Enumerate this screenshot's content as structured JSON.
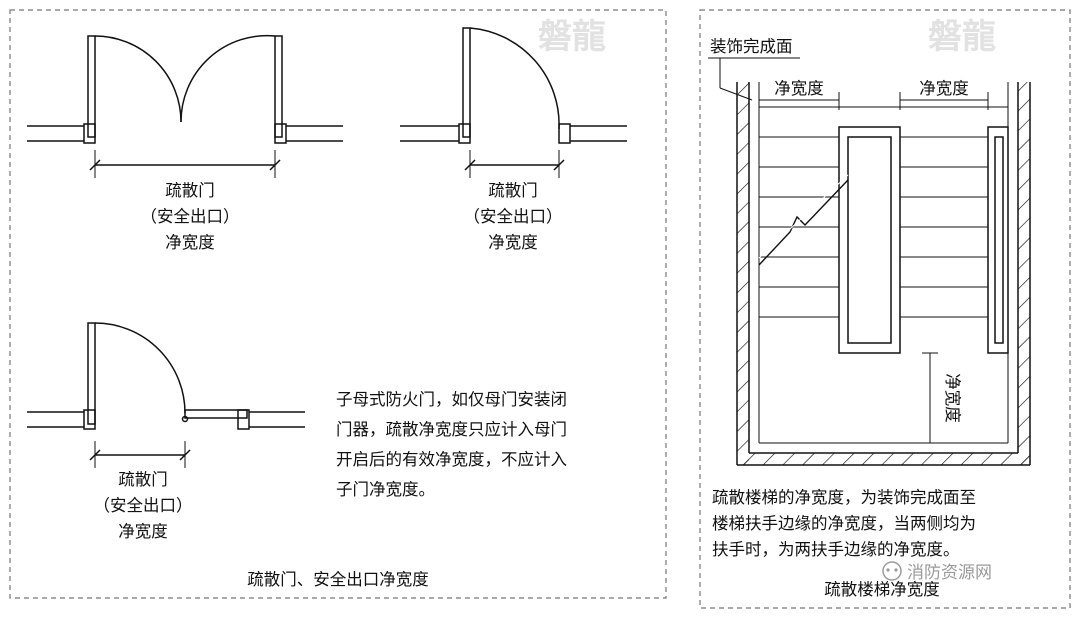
{
  "watermark": "磐龍",
  "left_panel": {
    "caption": "疏散门、安全出口净宽度",
    "door_label": [
      "疏散门",
      "（安全出口）",
      "净宽度"
    ],
    "note": [
      "子母式防火门，如仅母门安装闭",
      "门器，疏散净宽度只应计入母门",
      "开启后的有效净宽度，不应计入",
      "子门净宽度。"
    ]
  },
  "right_panel": {
    "caption": "疏散楼梯净宽度",
    "finish_label": "装饰完成面",
    "width_label": "净宽度",
    "note": [
      "疏散楼梯的净宽度，为装饰完成面至",
      "楼梯扶手边缘的净宽度，当两侧均为",
      "扶手时，为两扶手边缘的净宽度。"
    ]
  },
  "source_badge": "消防资源网",
  "colors": {
    "line": "#111111",
    "frame": "#777777",
    "watermark": "#e2e2e2"
  }
}
